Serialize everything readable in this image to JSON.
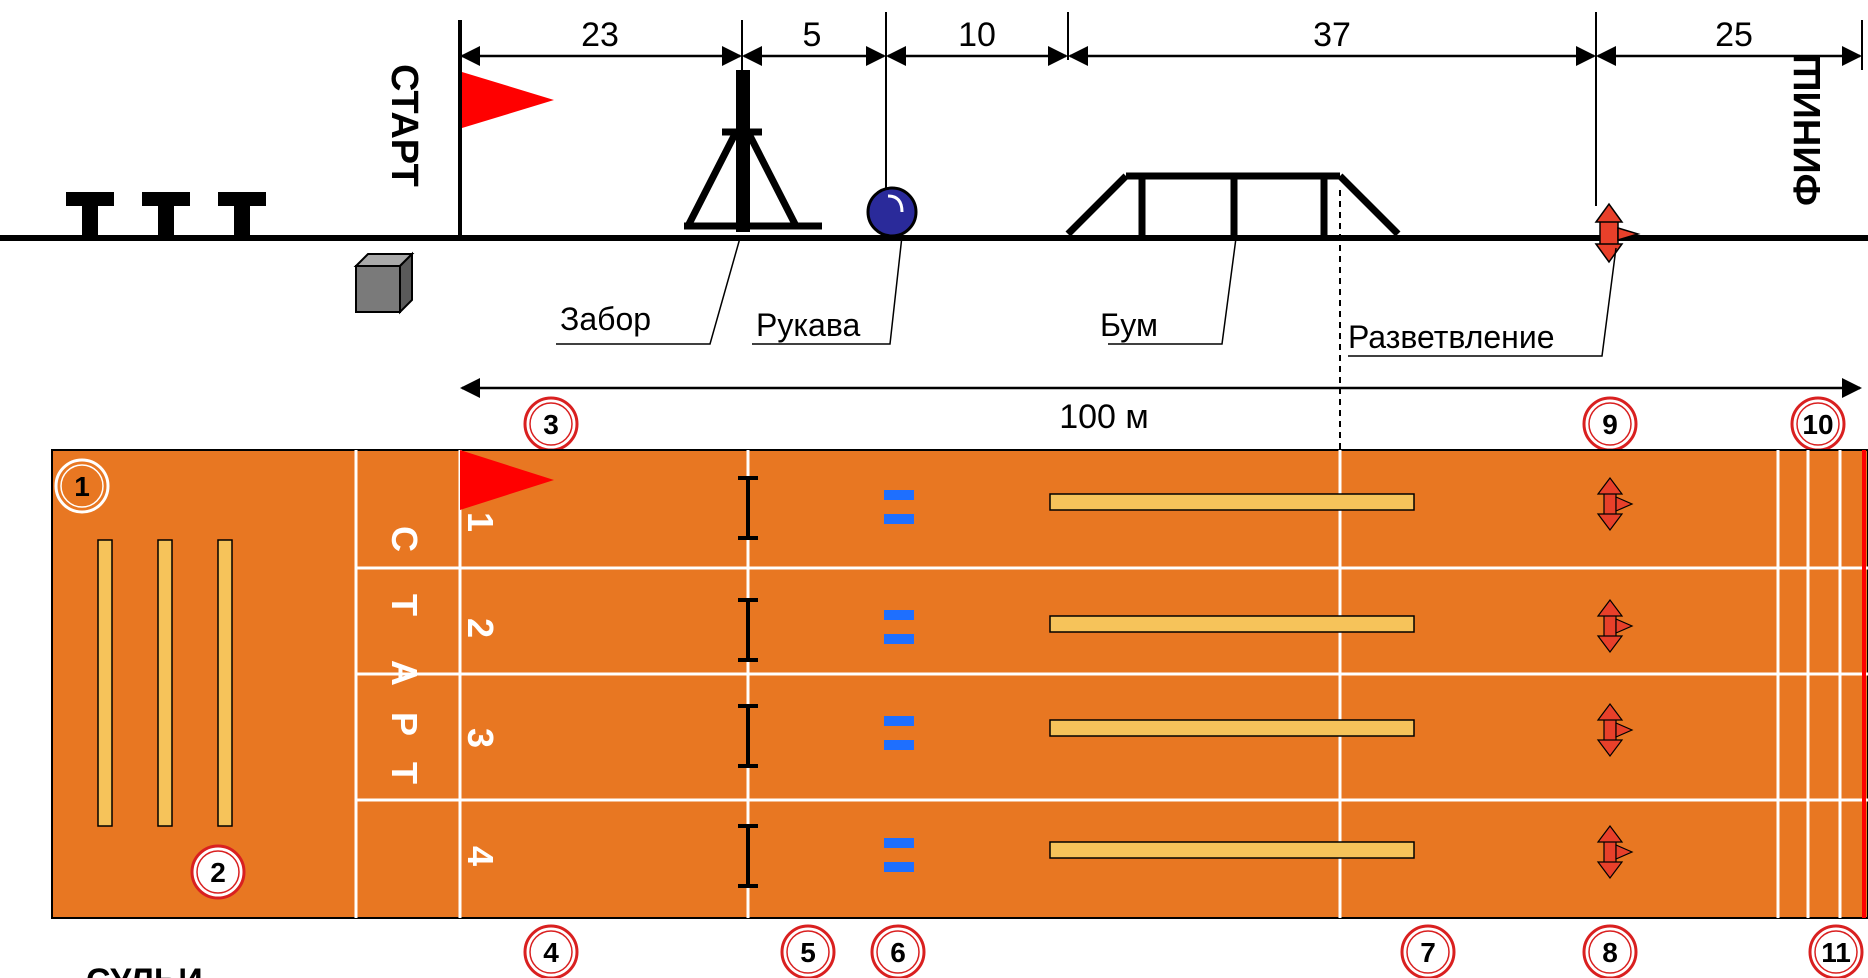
{
  "labels": {
    "start": "СТАРТ",
    "finish": "ФИНИШ",
    "fence": "Забор",
    "hoses": "Рукава",
    "boom": "Бум",
    "branch": "Разветвление",
    "total_distance": "100 м",
    "sulky": "СУЛЬИ"
  },
  "distances": [
    "23",
    "5",
    "10",
    "37",
    "25"
  ],
  "lanes": [
    "1",
    "2",
    "3",
    "4"
  ],
  "start_letters": [
    "С",
    "Т",
    "А",
    "Р",
    "Т"
  ],
  "markers_top": [
    "3",
    "9",
    "10"
  ],
  "markers_field": [
    "1",
    "2"
  ],
  "markers_bottom": [
    "4",
    "5",
    "6",
    "7",
    "8",
    "11"
  ],
  "colors": {
    "track": "#E87722",
    "lane_line": "#ffffff",
    "flag": "#ff0000",
    "boom_plank": "#F6C35A",
    "hose_block": "#1E6FFF",
    "hose_reel": "#2A2A9A",
    "branch": "#E8402A",
    "marker_ring": "#D92020"
  }
}
